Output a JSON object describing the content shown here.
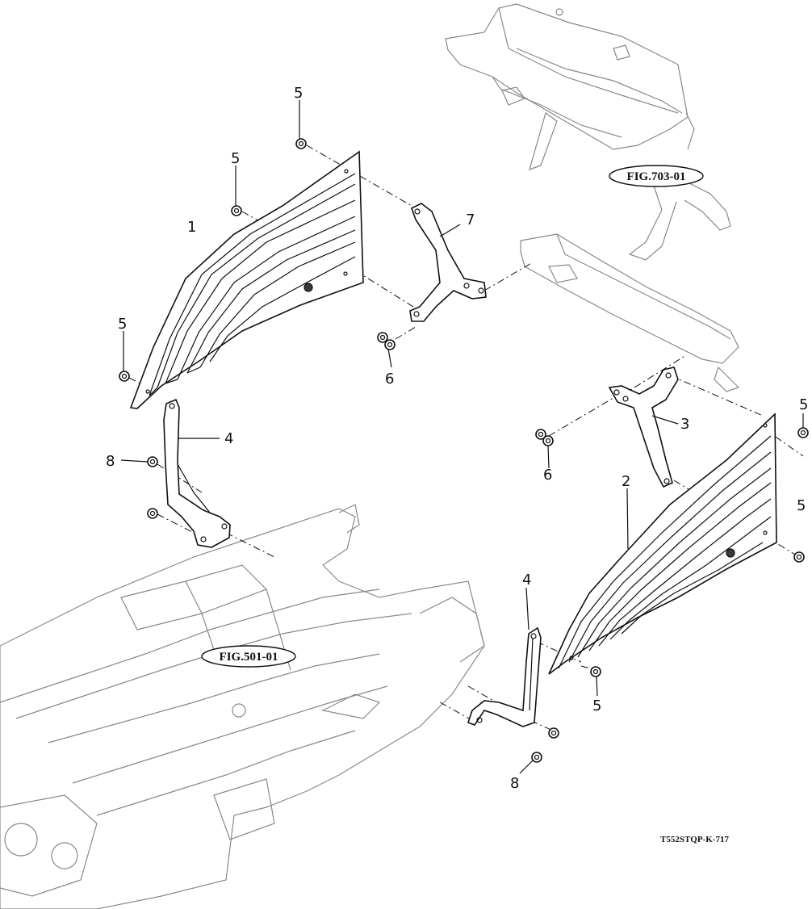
{
  "drawing_code": "T552STQP-K-717",
  "references": {
    "upper": "FIG.703-01",
    "lower": "FIG.501-01"
  },
  "callouts": {
    "c1": "1",
    "c2": "2",
    "c3": "3",
    "c4a": "4",
    "c4b": "4",
    "c5a": "5",
    "c5b": "5",
    "c5c": "5",
    "c5d": "5",
    "c5e": "5",
    "c5f": "5",
    "c6a": "6",
    "c6b": "6",
    "c7": "7",
    "c8a": "8",
    "c8b": "8"
  }
}
